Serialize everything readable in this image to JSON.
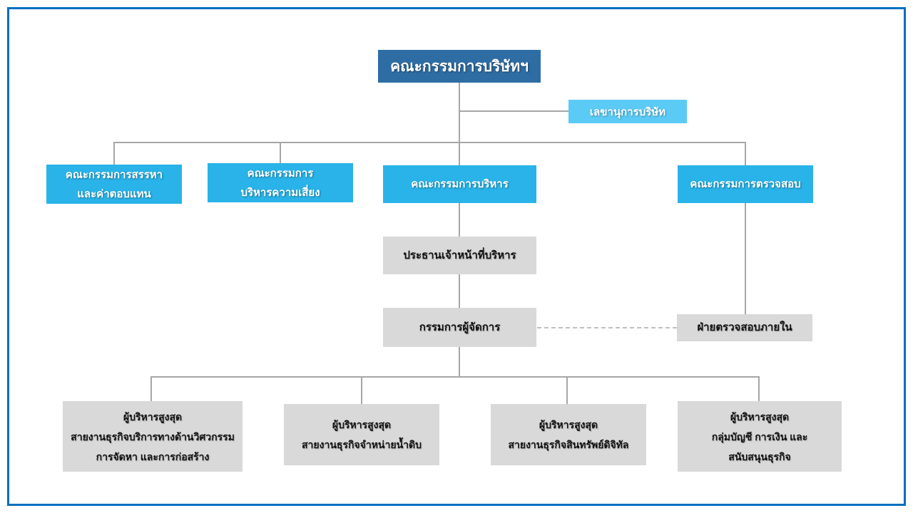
{
  "colors": {
    "frame": "#0070C0",
    "board_blue": "#2E6DA4",
    "committee_blue": "#29B3E8",
    "secretary_blue": "#5BCBF5",
    "unit_gray": "#D9D9D9",
    "connector_gray": "#A6A6A6"
  },
  "nodes": {
    "board": {
      "label": "คณะกรรมการบริษัทฯ"
    },
    "company_secretary": {
      "label": "เลขานุการบริษัท"
    },
    "nomination_committee": {
      "lines": [
        "คณะกรรมการสรรหา",
        "และค่าตอบแทน"
      ]
    },
    "risk_committee": {
      "lines": [
        "คณะกรรมการ",
        "บริหารความเสี่ยง"
      ]
    },
    "executive_committee": {
      "label": "คณะกรรมการบริหาร"
    },
    "audit_committee": {
      "label": "คณะกรรมการตรวจสอบ"
    },
    "ceo": {
      "label": "ประธานเจ้าหน้าที่บริหาร"
    },
    "managing_director": {
      "label": "กรรมการผู้จัดการ"
    },
    "internal_audit": {
      "label": "ฝ่ายตรวจสอบภายใน"
    },
    "exec_engineering": {
      "lines": [
        "ผู้บริหารสูงสุด",
        "สายงานธุรกิจบริการทางด้านวิศวกรรม",
        "การจัดหา และการก่อสร้าง"
      ]
    },
    "exec_raw_water": {
      "lines": [
        "ผู้บริหารสูงสุด",
        "สายงานธุรกิจจำหน่ายน้ำดิบ"
      ]
    },
    "exec_digital_assets": {
      "lines": [
        "ผู้บริหารสูงสุด",
        "สายงานธุรกิจสินทรัพย์ดิจิทัล"
      ]
    },
    "exec_finance_support": {
      "lines": [
        "ผู้บริหารสูงสุด",
        "กลุ่มบัญชี การเงิน และ",
        "สนับสนุนธุรกิจ"
      ]
    }
  }
}
